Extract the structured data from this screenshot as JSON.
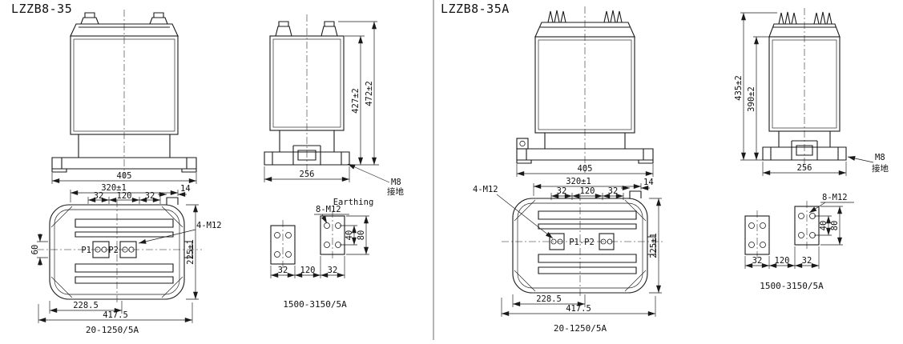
{
  "drawing": {
    "left": {
      "model": "LZZB8-35",
      "front": {
        "width": "405"
      },
      "side": {
        "width": "256",
        "body_height": "427±2",
        "total_height": "472±2",
        "earth_bolt": "M8",
        "earth_cn": "接地",
        "earth_en": "Earthing"
      },
      "plan": {
        "width": "320±1",
        "seg1": "32",
        "seg2": "120",
        "seg3": "32",
        "tab": "14",
        "bolts": "4-M12",
        "p1": "P1",
        "p2": "P2",
        "depth": "225±1",
        "slot": "60",
        "base1": "228.5",
        "base2": "417.5",
        "rating": "20-1250/5A"
      },
      "term": {
        "bolts": "8-M12",
        "pitch": "40",
        "height": "80",
        "seg1": "32",
        "seg2": "120",
        "seg3": "32",
        "rating": "1500-3150/5A"
      }
    },
    "right": {
      "model": "LZZB8-35A",
      "front": {
        "width": "405"
      },
      "side": {
        "width": "256",
        "total_height": "435±2",
        "body_height": "390±2",
        "earth_bolt": "M8",
        "earth_cn": "接地"
      },
      "plan": {
        "width": "320±1",
        "seg1": "32",
        "seg2": "120",
        "seg3": "32",
        "tab": "14",
        "bolts": "4-M12",
        "p12": "P1-P2",
        "depth": "225±1",
        "base1": "228.5",
        "base2": "417.5",
        "rating": "20-1250/5A"
      },
      "term": {
        "bolts": "8-M12",
        "pitch": "40",
        "height": "80",
        "seg1": "32",
        "seg2": "120",
        "seg3": "32",
        "rating": "1500-3150/5A"
      }
    }
  }
}
